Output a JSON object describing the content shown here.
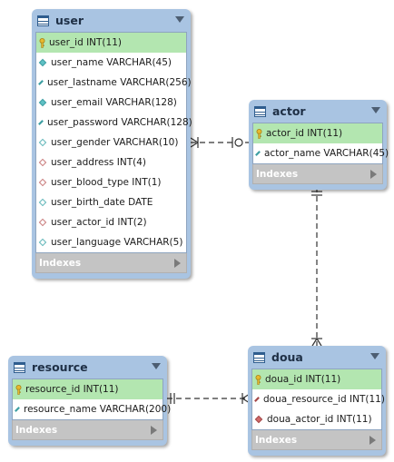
{
  "tables": {
    "user": {
      "name": "user",
      "columns": [
        {
          "text": "user_id INT(11)",
          "icon": "primary-key-icon"
        },
        {
          "text": "user_name VARCHAR(45)",
          "icon": "not-null-column-icon"
        },
        {
          "text": "user_lastname VARCHAR(256)",
          "icon": "not-null-column-icon"
        },
        {
          "text": "user_email VARCHAR(128)",
          "icon": "not-null-column-icon"
        },
        {
          "text": "user_password VARCHAR(128)",
          "icon": "not-null-column-icon"
        },
        {
          "text": "user_gender VARCHAR(10)",
          "icon": "nullable-column-icon"
        },
        {
          "text": "user_address INT(4)",
          "icon": "foreign-key-column-icon"
        },
        {
          "text": "user_blood_type INT(1)",
          "icon": "foreign-key-column-icon"
        },
        {
          "text": "user_birth_date DATE",
          "icon": "nullable-column-icon"
        },
        {
          "text": "user_actor_id INT(2)",
          "icon": "foreign-key-column-icon"
        },
        {
          "text": "user_language VARCHAR(5)",
          "icon": "nullable-column-icon"
        }
      ],
      "indexes_label": "Indexes"
    },
    "actor": {
      "name": "actor",
      "columns": [
        {
          "text": "actor_id INT(11)",
          "icon": "primary-key-icon"
        },
        {
          "text": "actor_name VARCHAR(45)",
          "icon": "not-null-column-icon"
        }
      ],
      "indexes_label": "Indexes"
    },
    "resource": {
      "name": "resource",
      "columns": [
        {
          "text": "resource_id INT(11)",
          "icon": "primary-key-icon"
        },
        {
          "text": "resource_name VARCHAR(200)",
          "icon": "not-null-column-icon"
        }
      ],
      "indexes_label": "Indexes"
    },
    "doua": {
      "name": "doua",
      "columns": [
        {
          "text": "doua_id INT(11)",
          "icon": "primary-key-icon"
        },
        {
          "text": "doua_resource_id INT(11)",
          "icon": "foreign-key-not-null-icon"
        },
        {
          "text": "doua_actor_id INT(11)",
          "icon": "foreign-key-not-null-icon"
        }
      ],
      "indexes_label": "Indexes"
    }
  },
  "relationships": [
    {
      "from": "user",
      "to": "actor",
      "from_cardinality": "many",
      "to_cardinality": "zero-or-one"
    },
    {
      "from": "actor",
      "to": "doua",
      "from_cardinality": "one",
      "to_cardinality": "many"
    },
    {
      "from": "resource",
      "to": "doua",
      "from_cardinality": "one",
      "to_cardinality": "many"
    }
  ],
  "colors": {
    "header": "#a9c4e2",
    "primary_key_row": "#b3e6b0",
    "indexes_bar": "#c4c4c4",
    "connector": "#333333"
  }
}
